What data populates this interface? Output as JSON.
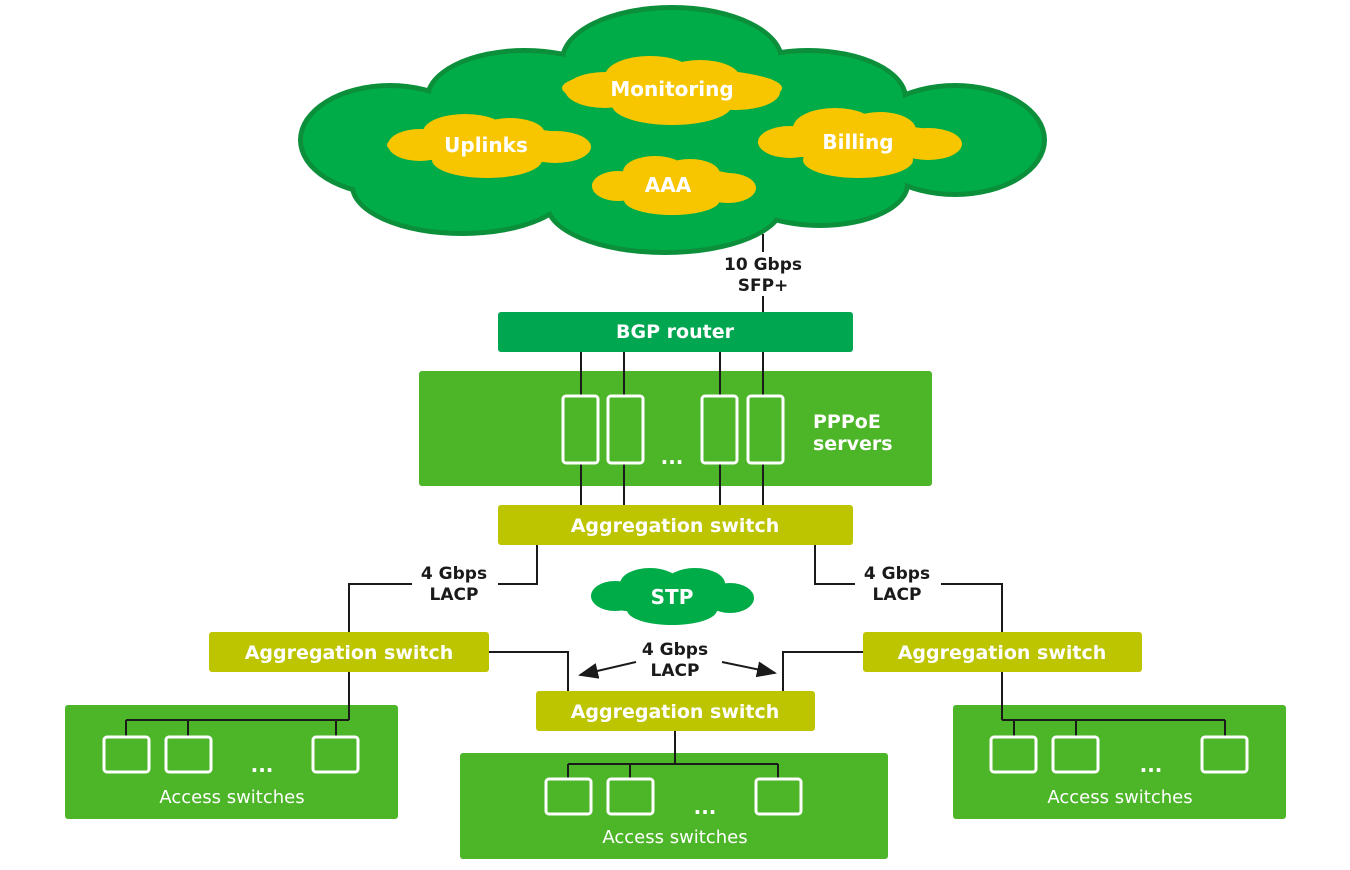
{
  "colors": {
    "cloud_green": "#00AC47",
    "cloud_edge": "#0B8F3A",
    "cloud_yellow": "#F7C600",
    "router_green": "#00A650",
    "panel_green": "#4DB528",
    "switch_olive": "#BDC400",
    "line": "#1a1a1a",
    "text_white": "#ffffff",
    "text_dark": "#1a1a1a"
  },
  "cloud": {
    "services": [
      "Monitoring",
      "Uplinks",
      "Billing",
      "AAA"
    ]
  },
  "uplink": {
    "speed": "10 Gbps",
    "type": "SFP+"
  },
  "bgp_router": {
    "label": "BGP router"
  },
  "pppoe": {
    "label_line1": "PPPoE",
    "label_line2": "servers",
    "ellipsis": "..."
  },
  "aggregation": {
    "core_label": "Aggregation switch",
    "left_label": "Aggregation switch",
    "right_label": "Aggregation switch",
    "center_label": "Aggregation switch"
  },
  "links": {
    "left": {
      "speed": "4 Gbps",
      "type": "LACP"
    },
    "right": {
      "speed": "4 Gbps",
      "type": "LACP"
    },
    "center": {
      "speed": "4 Gbps",
      "type": "LACP"
    }
  },
  "stp": {
    "label": "STP"
  },
  "access": {
    "left": {
      "label": "Access switches",
      "ellipsis": "..."
    },
    "center": {
      "label": "Access switches",
      "ellipsis": "..."
    },
    "right": {
      "label": "Access switches",
      "ellipsis": "..."
    }
  }
}
